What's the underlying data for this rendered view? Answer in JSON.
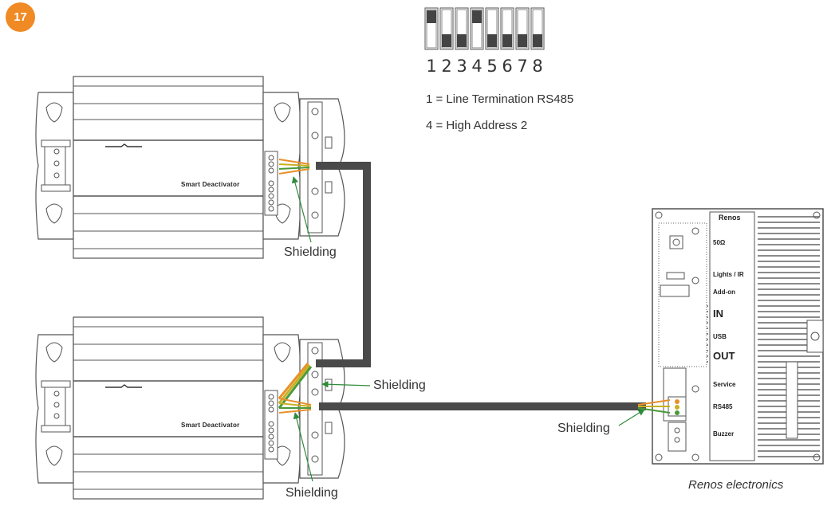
{
  "step_number": "17",
  "dip_switch": {
    "numbers": [
      "1",
      "2",
      "3",
      "4",
      "5",
      "6",
      "7",
      "8"
    ],
    "on_positions": [
      true,
      false,
      false,
      true,
      false,
      false,
      false,
      false
    ],
    "legend": [
      "1 = Line Termination RS485",
      "4 = High Address 2"
    ]
  },
  "devices": {
    "top_label": "Smart Deactivator",
    "bottom_label": "Smart Deactivator"
  },
  "shielding_labels": [
    "Shielding",
    "Shielding",
    "Shielding",
    "Shielding"
  ],
  "renos_panel": {
    "title": "Renos",
    "labels": [
      "50Ω",
      "Lights / IR",
      "Add-on",
      "IN",
      "USB",
      "OUT",
      "Service",
      "RS485",
      "Buzzer"
    ],
    "caption": "Renos electronics"
  },
  "colors": {
    "badge": "#f08a24",
    "cable": "#4a4a4a",
    "shield_arrow": "#2e8b3a",
    "wire_orange": "#e8902a",
    "wire_yellow": "#c9b020",
    "wire_green": "#4a9a3a"
  }
}
